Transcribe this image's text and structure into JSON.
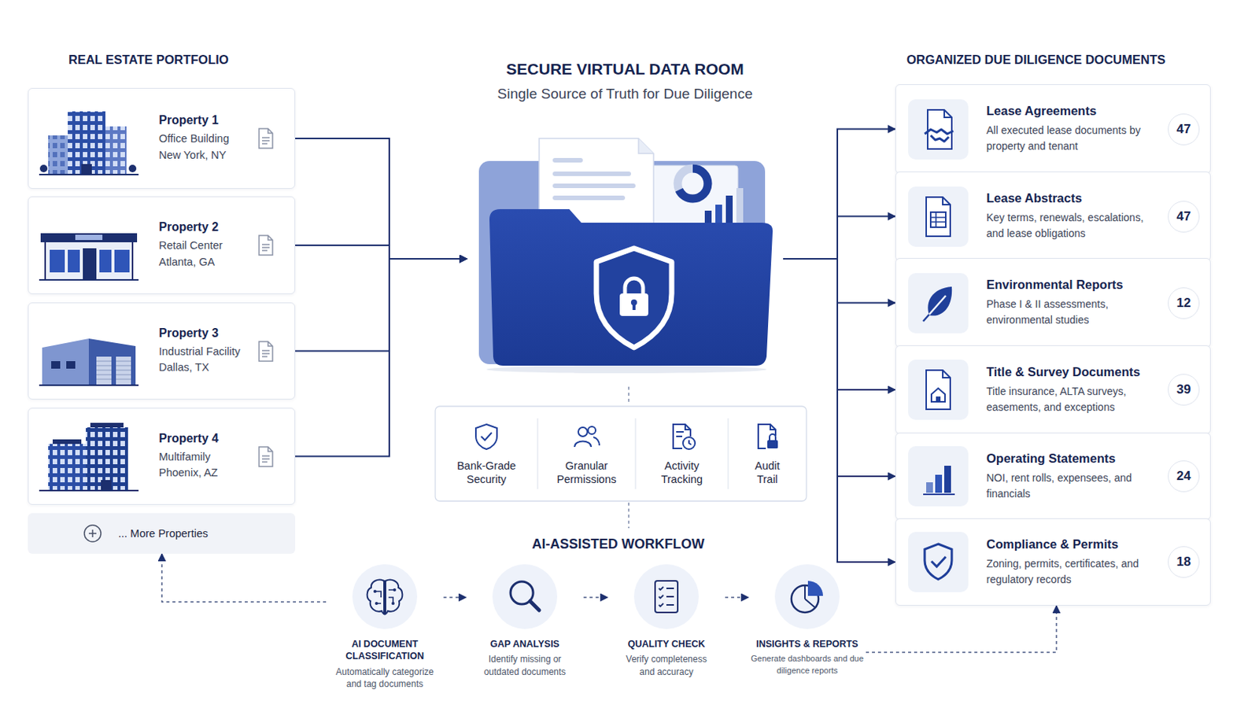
{
  "diagram": {
    "nodes": [
      {
        "text": [
          "Property 1",
          "Office Building",
          "New York, NY"
        ]
      },
      {
        "text": [
          "Property 2",
          "Retail Center",
          "Atlanta, GA"
        ]
      },
      {
        "text": [
          "Property 3",
          "Industrial Facility",
          "Dallas, TX"
        ]
      },
      {
        "text": [
          "Property 4",
          "Multifamily",
          "Phoenix, AZ"
        ]
      },
      {
        "text": [
          "... More Properties"
        ]
      },
      {
        "text": [
          "SECURE VIRTUAL DATA ROOM",
          "Single Source of Truth for Due Diligence"
        ]
      },
      {
        "text": [
          "Bank-Grade Security"
        ]
      },
      {
        "text": [
          "Granular Permissions"
        ]
      },
      {
        "text": [
          "Activity Tracking"
        ]
      },
      {
        "text": [
          "Audit Trail"
        ]
      },
      {
        "text": [
          "AI DOCUMENT CLASSIFICATION",
          "Automatically categorize and tag documents"
        ]
      },
      {
        "text": [
          "GAP ANALYSIS",
          "Identify missing or outdated documents"
        ]
      },
      {
        "text": [
          "QUALITY CHECK",
          "Verify completeness and accuracy"
        ]
      },
      {
        "text": [
          "INSIGHTS & REPORTS",
          "Generate dashboards and due diligence reports"
        ]
      },
      {
        "text": [
          "Lease Agreements",
          "All executed lease documents by property and tenant",
          "47"
        ]
      },
      {
        "text": [
          "Lease Abstracts",
          "Key terms, renewals, escalations, and lease obligations",
          "47"
        ]
      },
      {
        "text": [
          "Environmental Reports",
          "Phase I & II assessments, environmental studies",
          "12"
        ]
      },
      {
        "text": [
          "Title & Survey Documents",
          "Title insurance, ALTA surveys, easements, and exceptions",
          "39"
        ]
      },
      {
        "text": [
          "Operating Statements",
          "NOI, rent rolls, expensees, and financials",
          "24"
        ]
      },
      {
        "text": [
          "Compliance & Permits",
          "Zoning, permits, certificates, and regulatory records",
          "18"
        ]
      }
    ],
    "edges": [
      {
        "from": 0,
        "to": 5,
        "arrow": "to"
      },
      {
        "from": 1,
        "to": 5,
        "arrow": "to"
      },
      {
        "from": 2,
        "to": 5,
        "arrow": "to"
      },
      {
        "from": 3,
        "to": 5,
        "arrow": "to"
      },
      {
        "from": 5,
        "to": 14,
        "arrow": "to"
      },
      {
        "from": 5,
        "to": 15,
        "arrow": "to"
      },
      {
        "from": 5,
        "to": 16,
        "arrow": "to"
      },
      {
        "from": 5,
        "to": 17,
        "arrow": "to"
      },
      {
        "from": 5,
        "to": 18,
        "arrow": "to"
      },
      {
        "from": 5,
        "to": 19,
        "arrow": "to"
      },
      {
        "from": 10,
        "to": 11,
        "arrow": "to"
      },
      {
        "from": 11,
        "to": 12,
        "arrow": "to"
      },
      {
        "from": 12,
        "to": 13,
        "arrow": "to"
      },
      {
        "from": 10,
        "to": 4,
        "arrow": "to"
      },
      {
        "from": 13,
        "to": 19,
        "arrow": "to"
      }
    ],
    "labels": [
      "REAL ESTATE PORTFOLIO",
      "ORGANIZED DUE DILIGENCE DOCUMENTS",
      "AI-ASSISTED WORKFLOW"
    ]
  }
}
